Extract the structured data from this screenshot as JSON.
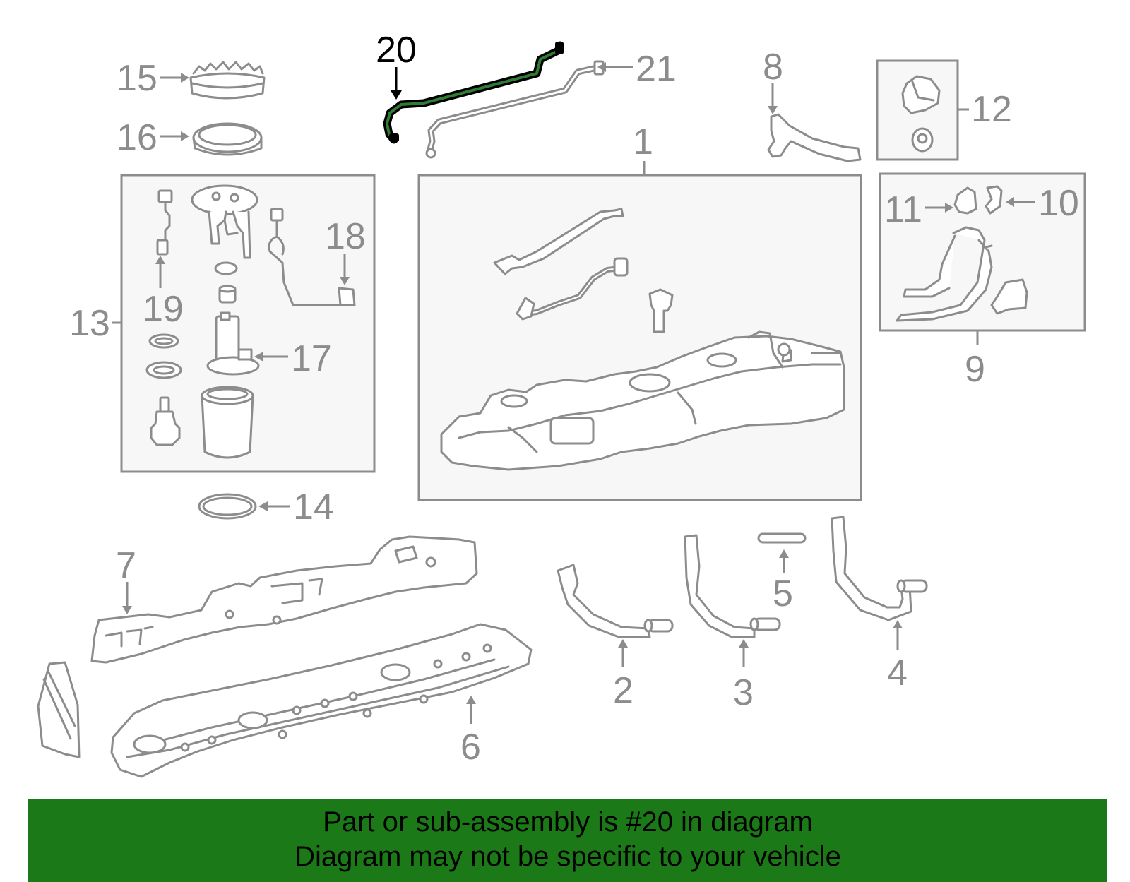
{
  "diagram": {
    "highlighted_part": "20",
    "callouts": {
      "c1": "1",
      "c2": "2",
      "c3": "3",
      "c4": "4",
      "c5": "5",
      "c6": "6",
      "c7": "7",
      "c8": "8",
      "c9": "9",
      "c10": "10",
      "c11": "11",
      "c12": "12",
      "c13": "13",
      "c14": "14",
      "c15": "15",
      "c16": "16",
      "c17": "17",
      "c18": "18",
      "c19": "19",
      "c20": "20",
      "c21": "21"
    },
    "highlight_color": "#1b7a17"
  },
  "banner": {
    "line1": "Part or sub-assembly is #20 in diagram",
    "line2": "Diagram may not be specific to your vehicle"
  }
}
